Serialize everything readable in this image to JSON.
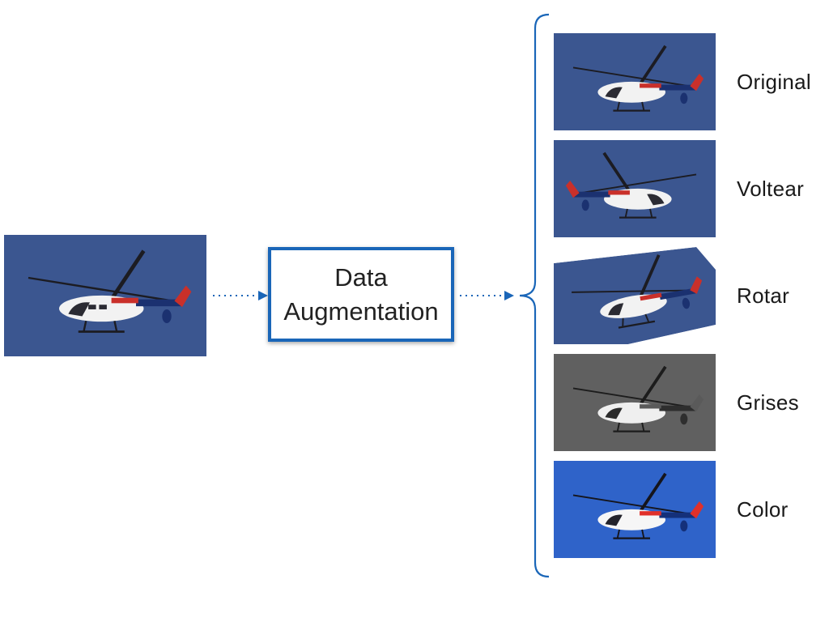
{
  "input": {
    "alt": "helicopter photo"
  },
  "box": {
    "line1": "Data",
    "line2": "Augmentation"
  },
  "colors": {
    "accent": "#1a66b8",
    "sky": "#3b5690",
    "sky_color": "#2f63c9",
    "gray": "#606060"
  },
  "variants": [
    {
      "label": "Original"
    },
    {
      "label": "Voltear"
    },
    {
      "label": "Rotar"
    },
    {
      "label": "Grises"
    },
    {
      "label": "Color"
    }
  ]
}
